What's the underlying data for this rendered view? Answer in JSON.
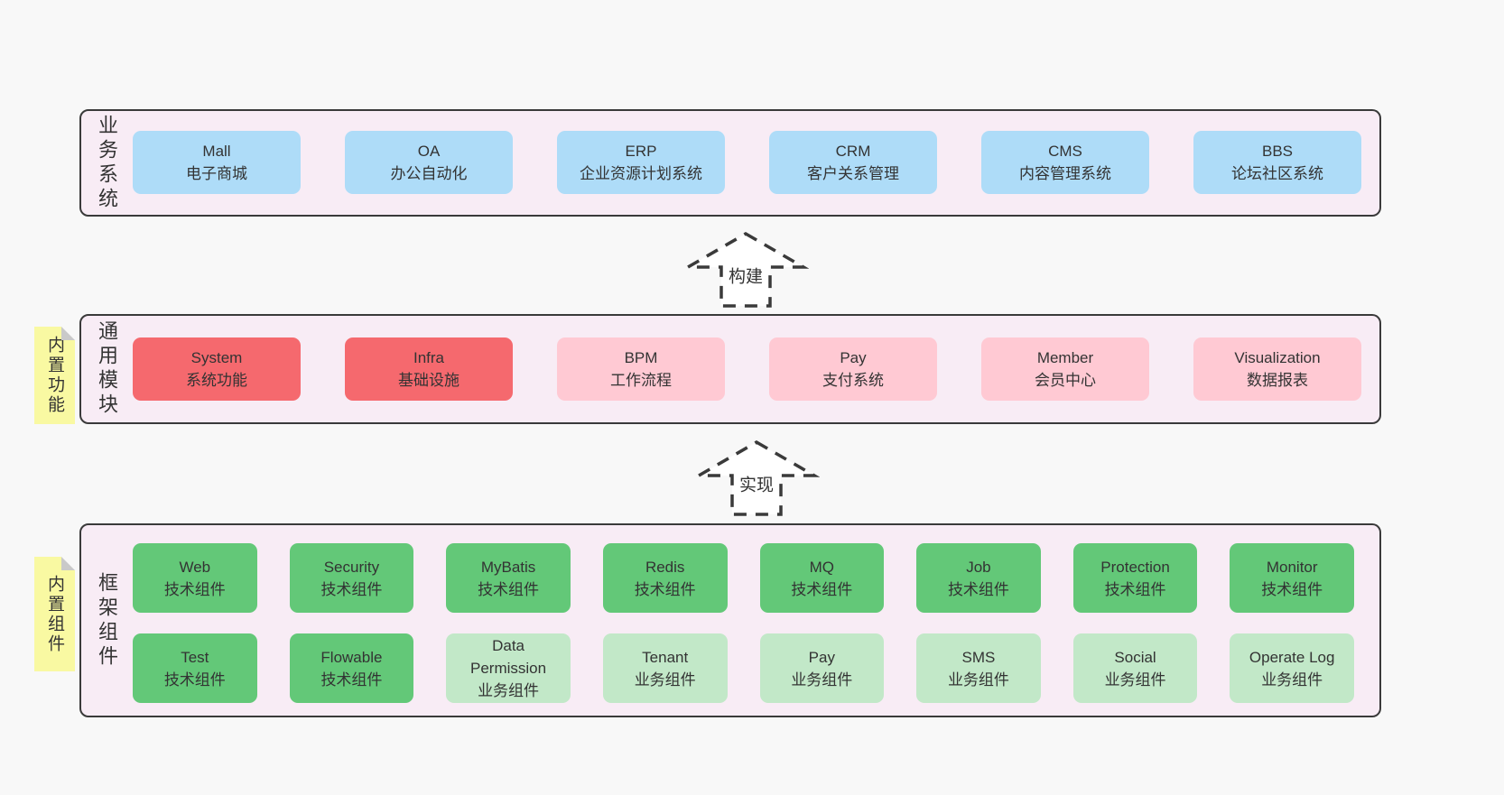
{
  "colors": {
    "page_bg": "#f8f8f8",
    "panel_bg": "#f8ecf5",
    "panel_border": "#3a3a3a",
    "node_blue": "#aedcf8",
    "node_red": "#f5696e",
    "node_pink": "#ffc9d3",
    "node_green": "#63c878",
    "node_light_green": "#c2e8c8",
    "sticky_yellow": "#f9f9a2",
    "sticky_fold_gray": "#c9c9c9",
    "text": "#333333"
  },
  "sections": {
    "business": {
      "label": "业务系统",
      "boxes": [
        {
          "title": "Mall",
          "subtitle": "电子商城",
          "variant": "blue"
        },
        {
          "title": "OA",
          "subtitle": "办公自动化",
          "variant": "blue"
        },
        {
          "title": "ERP",
          "subtitle": "企业资源计划系统",
          "variant": "blue"
        },
        {
          "title": "CRM",
          "subtitle": "客户关系管理",
          "variant": "blue"
        },
        {
          "title": "CMS",
          "subtitle": "内容管理系统",
          "variant": "blue"
        },
        {
          "title": "BBS",
          "subtitle": "论坛社区系统",
          "variant": "blue"
        }
      ]
    },
    "modules": {
      "label": "通用模块",
      "sticky": "内置功能",
      "boxes": [
        {
          "title": "System",
          "subtitle": "系统功能",
          "variant": "red"
        },
        {
          "title": "Infra",
          "subtitle": "基础设施",
          "variant": "red"
        },
        {
          "title": "BPM",
          "subtitle": "工作流程",
          "variant": "pink"
        },
        {
          "title": "Pay",
          "subtitle": "支付系统",
          "variant": "pink"
        },
        {
          "title": "Member",
          "subtitle": "会员中心",
          "variant": "pink"
        },
        {
          "title": "Visualization",
          "subtitle": "数据报表",
          "variant": "pink"
        }
      ]
    },
    "framework": {
      "label": "框架组件",
      "sticky": "内置组件",
      "row1": [
        {
          "title": "Web",
          "subtitle": "技术组件",
          "variant": "green"
        },
        {
          "title": "Security",
          "subtitle": "技术组件",
          "variant": "green"
        },
        {
          "title": "MyBatis",
          "subtitle": "技术组件",
          "variant": "green"
        },
        {
          "title": "Redis",
          "subtitle": "技术组件",
          "variant": "green"
        },
        {
          "title": "MQ",
          "subtitle": "技术组件",
          "variant": "green"
        },
        {
          "title": "Job",
          "subtitle": "技术组件",
          "variant": "green"
        },
        {
          "title": "Protection",
          "subtitle": "技术组件",
          "variant": "green"
        },
        {
          "title": "Monitor",
          "subtitle": "技术组件",
          "variant": "green"
        }
      ],
      "row2": [
        {
          "title": "Test",
          "subtitle": "技术组件",
          "variant": "green"
        },
        {
          "title": "Flowable",
          "subtitle": "技术组件",
          "variant": "green"
        },
        {
          "title": "Data Permission",
          "subtitle": "业务组件",
          "variant": "lightgreen"
        },
        {
          "title": "Tenant",
          "subtitle": "业务组件",
          "variant": "lightgreen"
        },
        {
          "title": "Pay",
          "subtitle": "业务组件",
          "variant": "lightgreen"
        },
        {
          "title": "SMS",
          "subtitle": "业务组件",
          "variant": "lightgreen"
        },
        {
          "title": "Social",
          "subtitle": "业务组件",
          "variant": "lightgreen"
        },
        {
          "title": "Operate Log",
          "subtitle": "业务组件",
          "variant": "lightgreen"
        }
      ]
    }
  },
  "arrows": {
    "build": "构建",
    "implement": "实现"
  }
}
